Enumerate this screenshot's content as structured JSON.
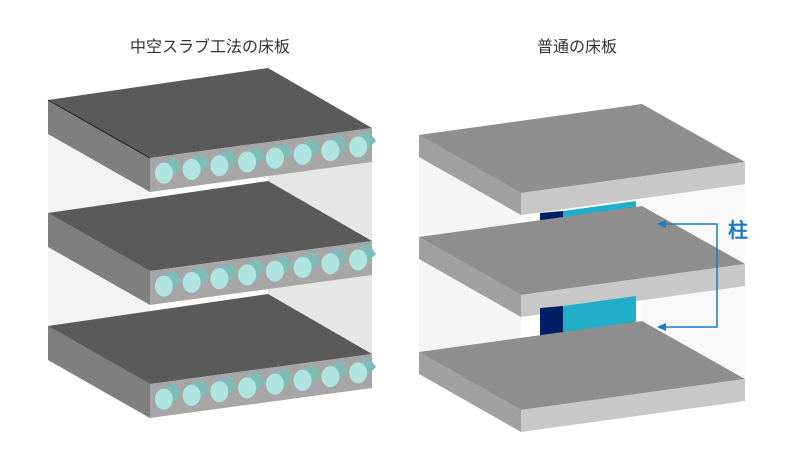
{
  "titles": {
    "hollow": "中空スラブ工法の床板",
    "normal": "普通の床板"
  },
  "labels": {
    "column": "柱"
  },
  "colors": {
    "column_accent": "#1a7ac8",
    "void": "#b0e4e0",
    "column_face": "#22aec8",
    "column_side": "#001e64"
  },
  "hollow_slab": {
    "floors": 3,
    "voids_per_slab": 8
  },
  "normal_slab": {
    "floors": 3,
    "columns": 2
  }
}
